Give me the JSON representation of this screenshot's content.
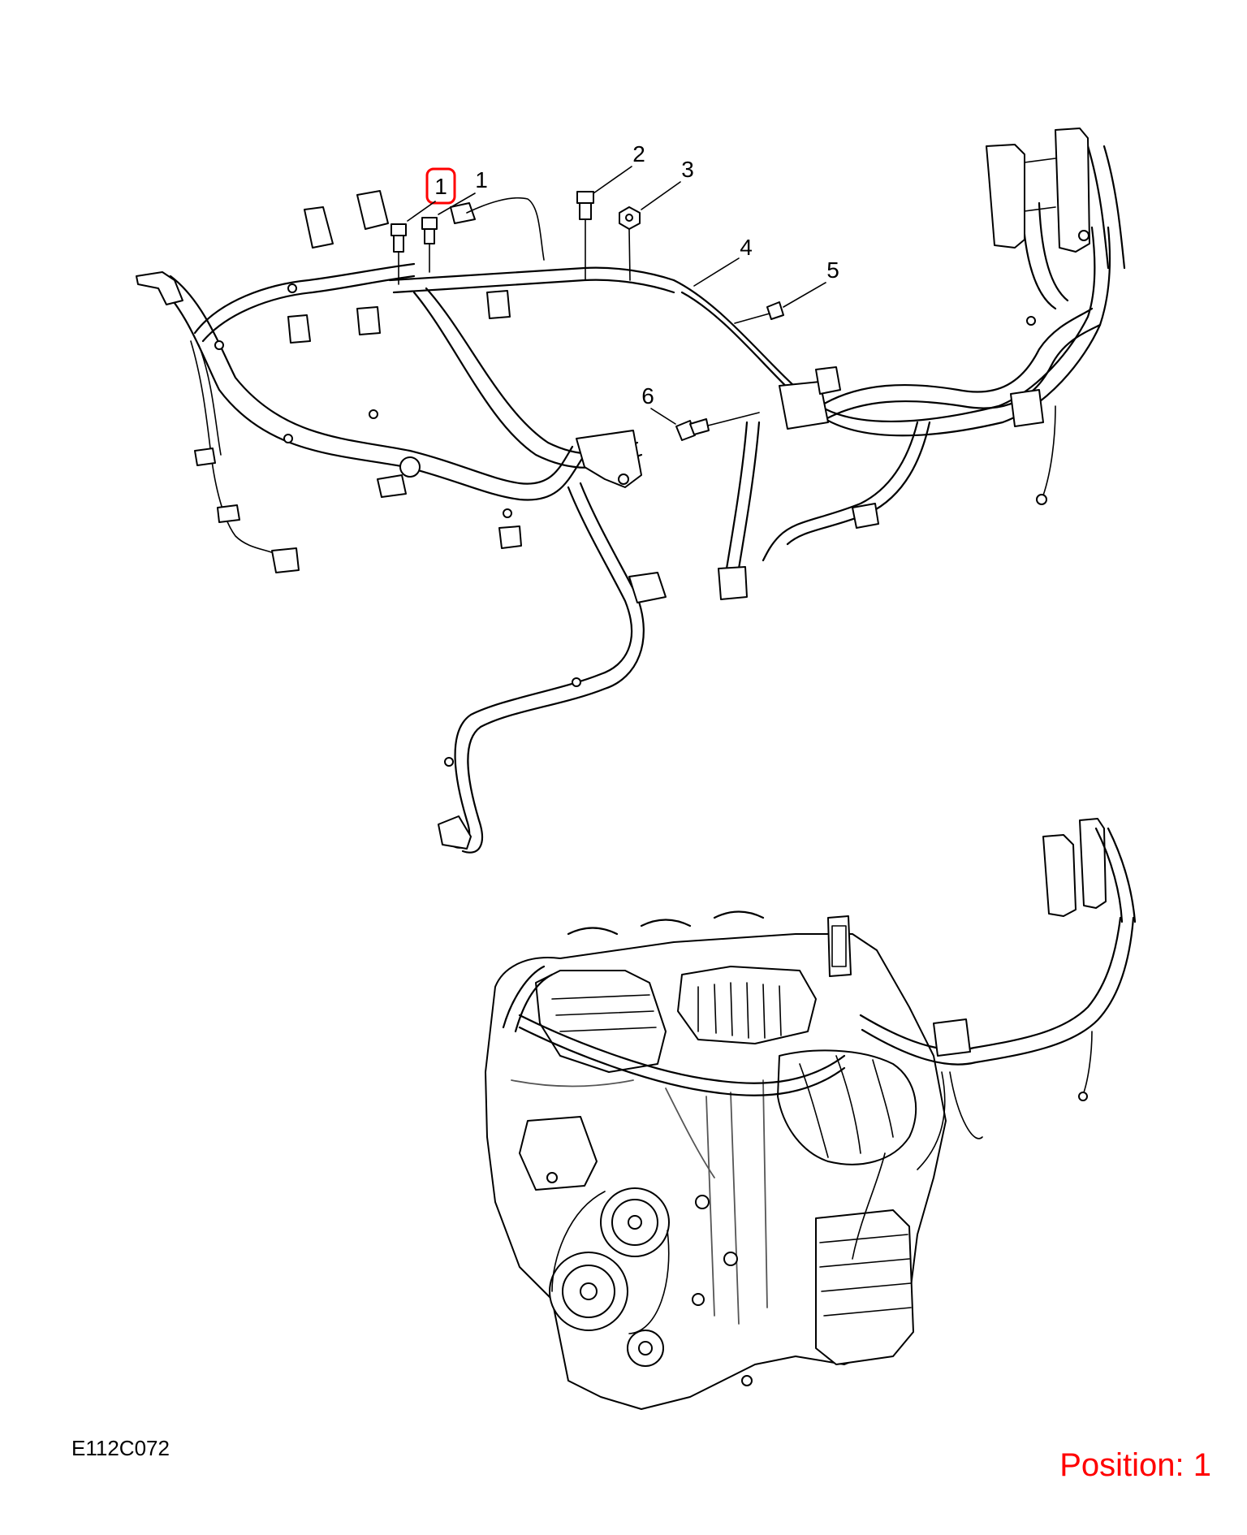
{
  "diagram": {
    "callouts": [
      {
        "label": "1",
        "highlighted": true
      },
      {
        "label": "1",
        "highlighted": false
      },
      {
        "label": "2",
        "highlighted": false
      },
      {
        "label": "3",
        "highlighted": false
      },
      {
        "label": "4",
        "highlighted": false
      },
      {
        "label": "5",
        "highlighted": false
      },
      {
        "label": "6",
        "highlighted": false
      }
    ],
    "highlight_color": "#ff0000",
    "line_color": "#000000"
  },
  "footer": {
    "illustration_code": "E112C072",
    "position_text": "Position: 1",
    "position_color": "#ff0000"
  }
}
